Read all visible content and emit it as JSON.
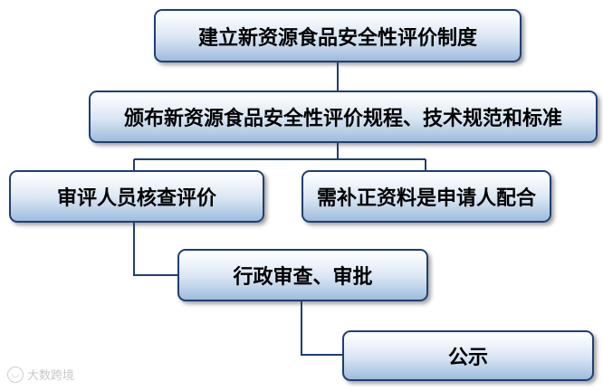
{
  "boxes": {
    "b1": "建立新资源食品安全性评价制度",
    "b2": "颁布新资源食品安全性评价规程、技术规范和标准",
    "b3": "审评人员核查评价",
    "b4": "需补正资料是申请人配合",
    "b5": "行政审查、审批",
    "b6": "公示"
  },
  "watermark": {
    "text": "大数跨境"
  },
  "colors": {
    "border": "#1f3f73",
    "line": "#1f3f73",
    "fill_top": "#ffffff",
    "fill_bottom": "#9dbbde"
  },
  "edges": [
    {
      "from": "b1",
      "to": "b2"
    },
    {
      "from": "b2",
      "to": "b3"
    },
    {
      "from": "b2",
      "to": "b4"
    },
    {
      "from": "b3",
      "to": "b5"
    },
    {
      "from": "b5",
      "to": "b6"
    }
  ]
}
